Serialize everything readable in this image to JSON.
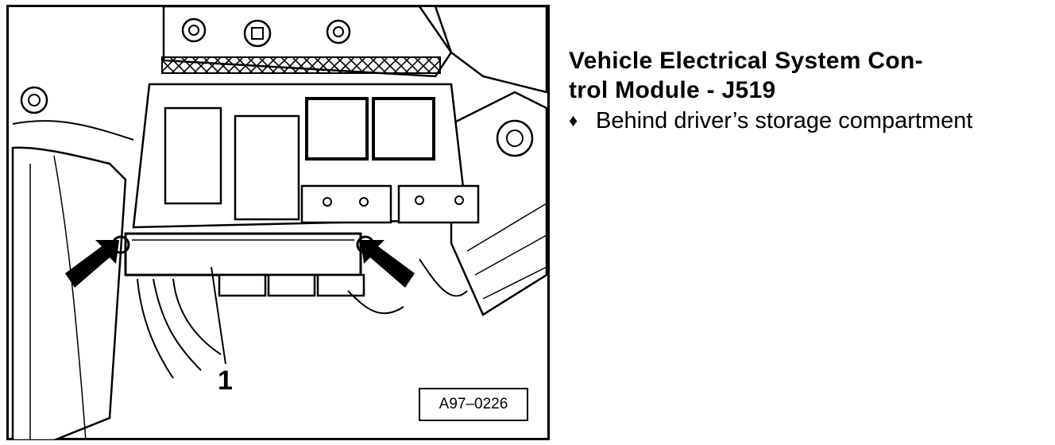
{
  "caption": {
    "title_line1": "Vehicle Electrical System Con-",
    "title_line2": "trol Module - J519",
    "bullets": [
      {
        "marker": "♦",
        "text": "Behind driver’s storage compartment"
      }
    ]
  },
  "figure": {
    "callout_label": "1",
    "reference_code": "A97–0226"
  }
}
